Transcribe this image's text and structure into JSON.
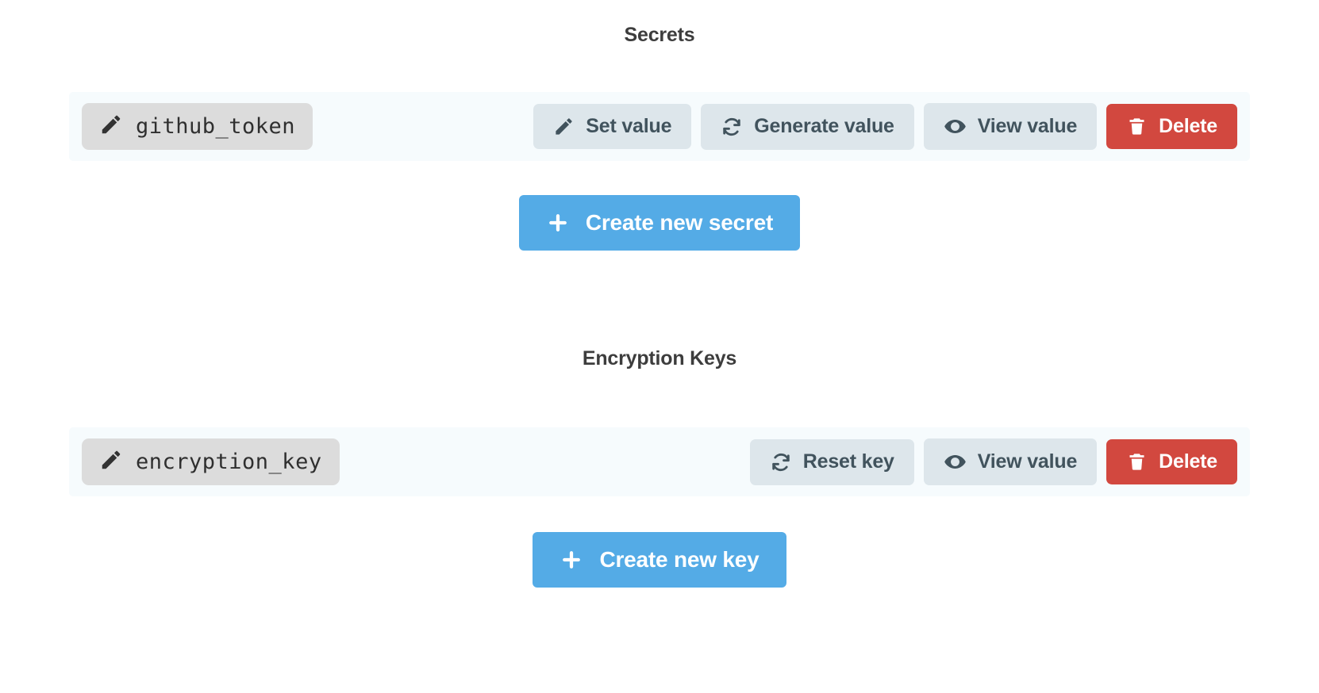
{
  "sections": [
    {
      "id": "secrets",
      "title": "Secrets",
      "rows": [
        {
          "name": "github_token",
          "name_icon": "pencil-icon",
          "actions": [
            {
              "id": "set-value",
              "label": "Set value",
              "icon": "pencil-icon",
              "style": "muted"
            },
            {
              "id": "generate-value",
              "label": "Generate value",
              "icon": "refresh-icon",
              "style": "muted"
            },
            {
              "id": "view-value",
              "label": "View value",
              "icon": "eye-icon",
              "style": "muted"
            },
            {
              "id": "delete",
              "label": "Delete",
              "icon": "trash-icon",
              "style": "danger"
            }
          ]
        }
      ],
      "create_button": {
        "id": "create-new-secret",
        "label": "Create new secret",
        "icon": "plus-icon"
      }
    },
    {
      "id": "encryption-keys",
      "title": "Encryption Keys",
      "rows": [
        {
          "name": "encryption_key",
          "name_icon": "pencil-icon",
          "actions": [
            {
              "id": "reset-key",
              "label": "Reset key",
              "icon": "refresh-icon",
              "style": "muted"
            },
            {
              "id": "view-value",
              "label": "View value",
              "icon": "eye-icon",
              "style": "muted"
            },
            {
              "id": "delete",
              "label": "Delete",
              "icon": "trash-icon",
              "style": "danger"
            }
          ]
        }
      ],
      "create_button": {
        "id": "create-new-key",
        "label": "Create new key",
        "icon": "plus-icon"
      }
    }
  ],
  "colors": {
    "page_background": "#ffffff",
    "row_panel": "#f6fbfd",
    "name_chip": "#dcdcdc",
    "muted_button": "#dde6eb",
    "muted_button_text": "#41535d",
    "danger_button": "#d2483f",
    "primary_button": "#54abe6",
    "heading_text": "#3d3d3d"
  }
}
